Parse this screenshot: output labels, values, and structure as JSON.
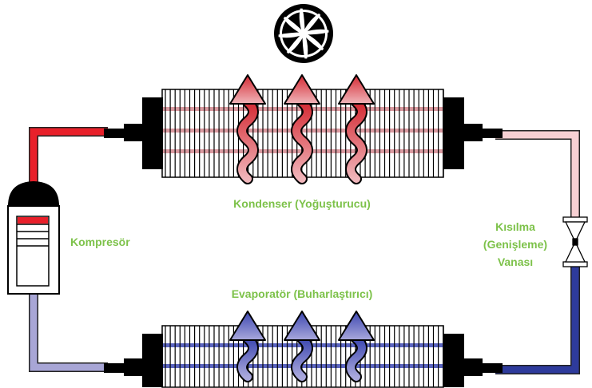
{
  "labels": {
    "condenser": "Kondenser (Yoğuşturucu)",
    "compressor": "Kompresör",
    "evaporator": "Evaporatör (Buharlaştırıcı)",
    "valve_line1": "Kısılma",
    "valve_line2": "(Genişleme)",
    "valve_line3": "Vanası"
  },
  "colors": {
    "hot_pipe": "#e8202a",
    "warm_pipe": "#f7d0d3",
    "cold_pipe": "#2e3b9c",
    "cool_pipe": "#a8a6d6",
    "label": "#7dc24a",
    "hot_arrow": "#d9343c",
    "cold_arrow": "#4a55b8"
  },
  "icons": [
    "fan-icon",
    "compressor-icon",
    "expansion-valve-icon",
    "heat-arrow-icon"
  ]
}
